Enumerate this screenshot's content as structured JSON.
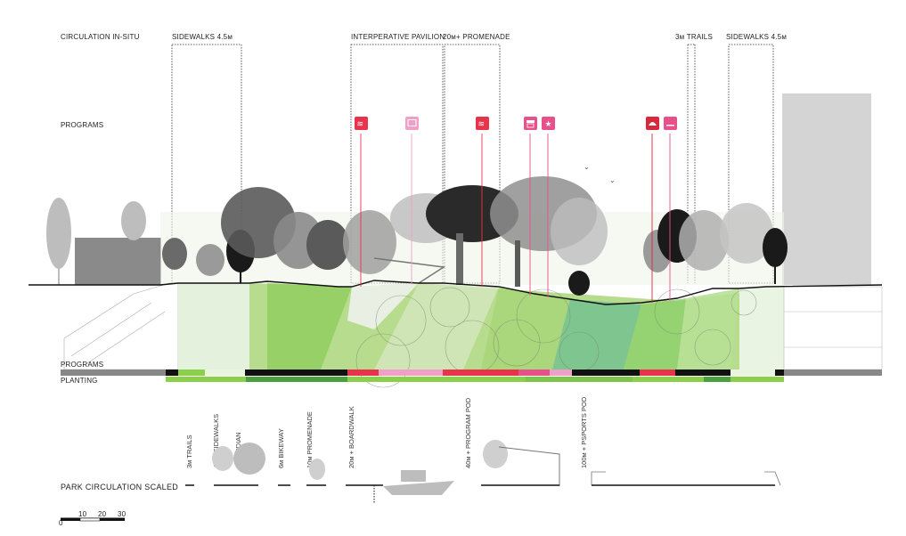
{
  "labels": {
    "circulation_in_situ": "CIRCULATION  IN-SITU",
    "sidewalks_left": "SIDEWALKS 4.5м",
    "interpretive_pavilion": "INTERPERATIVE PAVILION",
    "promenade": "20м+ PROMENADE",
    "trails": "3м TRAILS",
    "sidewalks_right": "SIDEWALKS 4.5м",
    "programs_top": "PROGRAMS",
    "programs_bar": "PROGRAMS",
    "planting_bar": "PLANTING",
    "park_circulation_scaled": "PARK  CIRCULATION SCALED"
  },
  "scaled_items": [
    {
      "label": "3м TRAILS"
    },
    {
      "label": "4.5м SIDEWALKS"
    },
    {
      "label": "3м MEDIAN"
    },
    {
      "label": "6м BIKEWAY"
    },
    {
      "label": "10м PROMENADE"
    },
    {
      "label": "20м + BOARDWALK"
    },
    {
      "label": "40м + PROGRAM POD"
    },
    {
      "label": "100м + PSPORTS POD"
    }
  ],
  "scale_bar": {
    "ticks": [
      "0",
      "10",
      "20",
      "30"
    ]
  },
  "program_icons": [
    {
      "name": "wetland-icon",
      "color": "#e8344a"
    },
    {
      "name": "screen-icon",
      "color": "#f0a0c8"
    },
    {
      "name": "wetland-icon",
      "color": "#e8344a"
    },
    {
      "name": "market-icon",
      "color": "#e8508c"
    },
    {
      "name": "sport-icon",
      "color": "#e8508c"
    },
    {
      "name": "picnic-icon",
      "color": "#d8283c"
    },
    {
      "name": "lounge-icon",
      "color": "#e8508c"
    }
  ],
  "colors": {
    "program_red": "#e8344a",
    "program_pink": "#f0a0c8",
    "planting_green": "#8ccf4a",
    "planting_dark": "#4aa040",
    "program_black": "#111111",
    "program_grey": "#888888"
  }
}
